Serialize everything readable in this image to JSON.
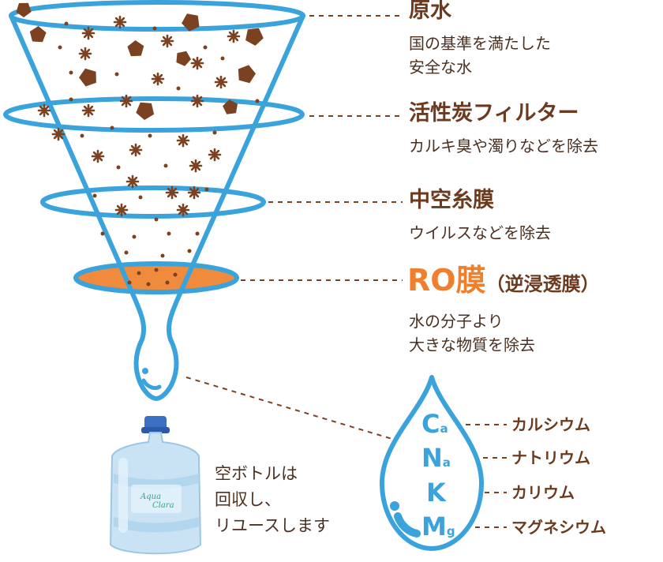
{
  "stages": [
    {
      "title": "原水",
      "desc": [
        "国の基準を満たした",
        "安全な水"
      ]
    },
    {
      "title": "活性炭フィルター",
      "desc": [
        "カルキ臭や濁りなどを除去"
      ]
    },
    {
      "title": "中空糸膜",
      "desc": [
        "ウイルスなどを除去"
      ]
    },
    {
      "title": "RO膜",
      "title_sub": "（逆浸透膜）",
      "desc": [
        "水の分子より",
        "大きな物質を除去"
      ]
    }
  ],
  "minerals": [
    {
      "symbol": "C",
      "sub": "a",
      "name": "カルシウム"
    },
    {
      "symbol": "N",
      "sub": "a",
      "name": "ナトリウム"
    },
    {
      "symbol": "K",
      "sub": "",
      "name": "カリウム"
    },
    {
      "symbol": "M",
      "sub": "g",
      "name": "マグネシウム"
    }
  ],
  "bottle": {
    "label_line1": "Aqua",
    "label_line2": "Clara",
    "caption": [
      "空ボトルは",
      "回収し、",
      "リユースします"
    ]
  },
  "colors": {
    "funnel_blue": "#3aa3dc",
    "particle_brown": "#7a4220",
    "ro_fill": "#f08a3c",
    "title_brown": "#6b3a1f",
    "ro_orange": "#f07f2d"
  },
  "icons": [
    "funnel-icon",
    "water-drop-icon",
    "water-bottle-icon",
    "particle-icon"
  ]
}
